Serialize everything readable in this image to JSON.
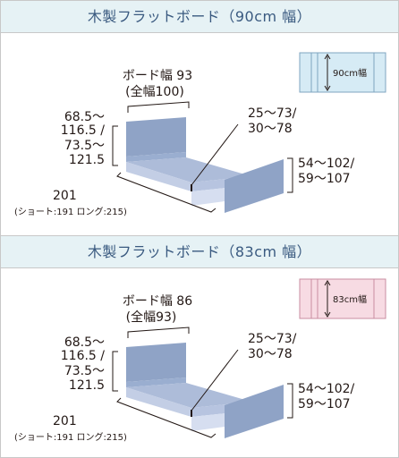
{
  "sections": [
    {
      "title": "木製フラットボード（90cm 幅）",
      "board_width_line1": "ボード幅 93",
      "board_width_line2": "(全幅100)",
      "head_height": [
        "68.5～",
        "116.5 /",
        "73.5～",
        "121.5"
      ],
      "mattress_height": [
        "25～73/",
        "30～78"
      ],
      "foot_height": [
        "54～102/",
        "59～107"
      ],
      "length": "201",
      "length_variants": "(ショート:191 ロング:215)",
      "icon_label": "90cm幅",
      "icon_color": "#d6ebf5"
    },
    {
      "title": "木製フラットボード（83cm 幅）",
      "board_width_line1": "ボード幅 86",
      "board_width_line2": "(全幅93)",
      "head_height": [
        "68.5～",
        "116.5 /",
        "73.5～",
        "121.5"
      ],
      "mattress_height": [
        "25～73/",
        "30～78"
      ],
      "foot_height": [
        "54～102/",
        "59～107"
      ],
      "length": "201",
      "length_variants": "(ショート:191 ロング:215)",
      "icon_label": "83cm幅",
      "icon_color": "#f7dbe3"
    }
  ]
}
